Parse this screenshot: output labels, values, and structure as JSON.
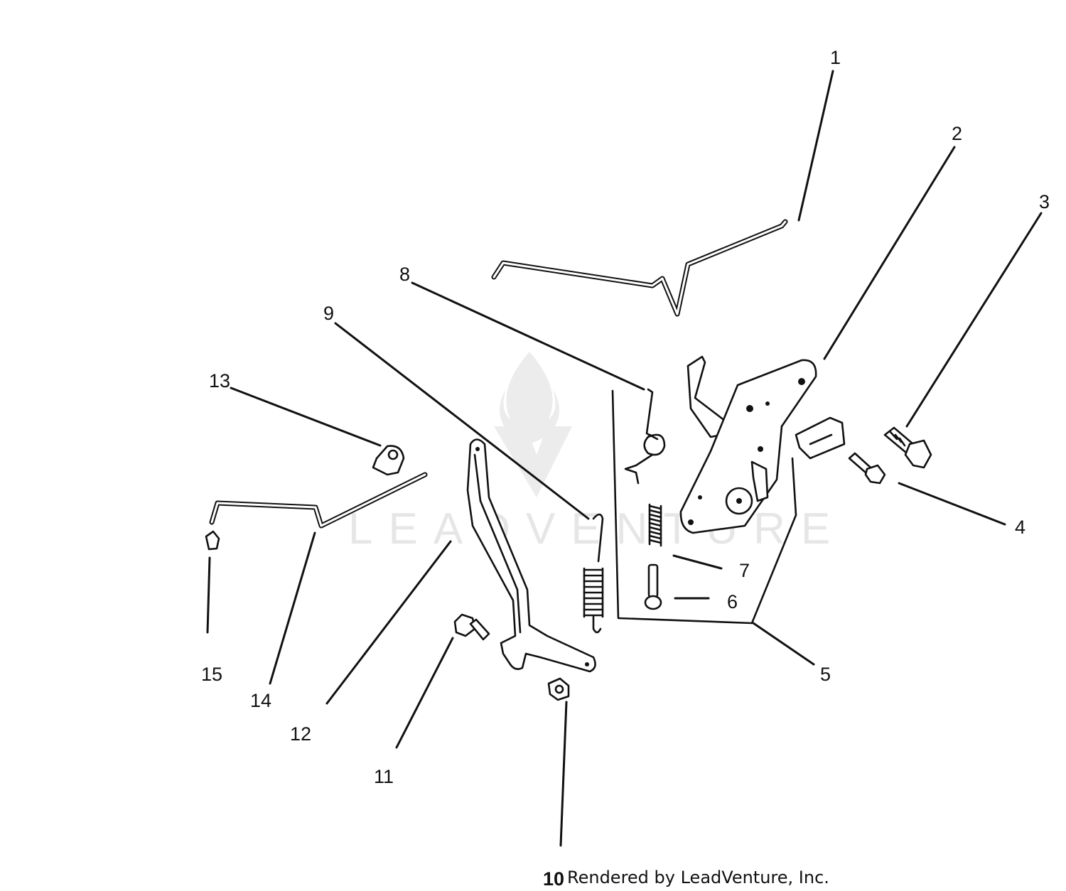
{
  "diagram": {
    "watermark": "LEADVENTURE",
    "credit_prefix": "10",
    "credit": "Rendered by LeadVenture, Inc.",
    "callouts": [
      "1",
      "2",
      "3",
      "4",
      "5",
      "6",
      "7",
      "8",
      "9",
      "11",
      "12",
      "13",
      "14",
      "15"
    ]
  }
}
